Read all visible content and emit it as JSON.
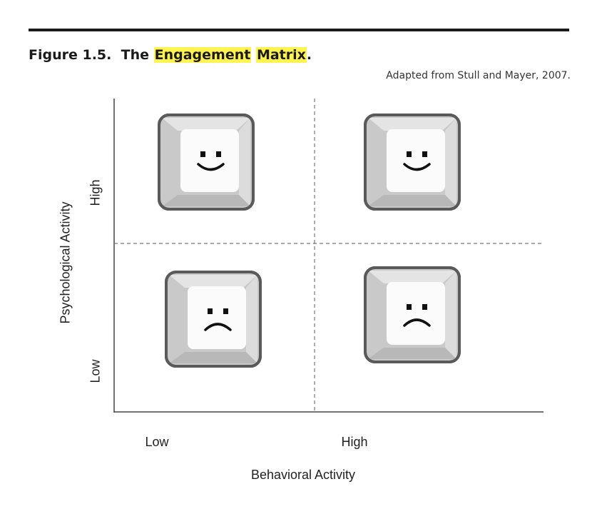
{
  "figure": {
    "label": "Figure 1.5.",
    "title_prefix": "The",
    "title_word1": "Engagement",
    "title_word2": "Matrix",
    "title_end": ".",
    "highlight_color": "#fff44f",
    "source": "Adapted from Stull and Mayer, 2007."
  },
  "axes": {
    "y_title": "Psychological Activity",
    "y_high": "High",
    "y_low": "Low",
    "x_title": "Behavioral Activity",
    "x_low": "Low",
    "x_high": "High"
  },
  "quadrants": [
    {
      "behavioral": "Low",
      "psychological": "High",
      "face": "happy-face-icon"
    },
    {
      "behavioral": "High",
      "psychological": "High",
      "face": "happy-face-icon"
    },
    {
      "behavioral": "Low",
      "psychological": "Low",
      "face": "sad-face-icon"
    },
    {
      "behavioral": "High",
      "psychological": "Low",
      "face": "sad-face-icon"
    }
  ]
}
